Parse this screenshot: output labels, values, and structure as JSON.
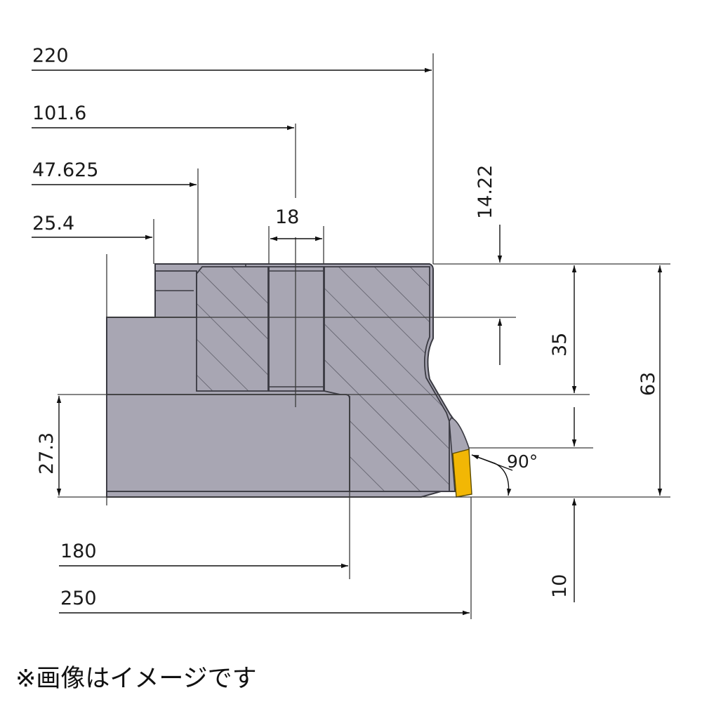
{
  "dimensions": {
    "d220": "220",
    "d101_6": "101.6",
    "d47_625": "47.625",
    "d25_4": "25.4",
    "d18": "18",
    "d14_22": "14.22",
    "d35": "35",
    "d63": "63",
    "d27_3": "27.3",
    "d90deg": "90°",
    "d180": "180",
    "d250": "250",
    "d10": "10"
  },
  "note": "※画像はイメージです",
  "colors": {
    "body": "#a8a6b3",
    "hatch_edge": "#3a3a42",
    "insert": "#f2b705",
    "line": "#3a3a3a"
  }
}
